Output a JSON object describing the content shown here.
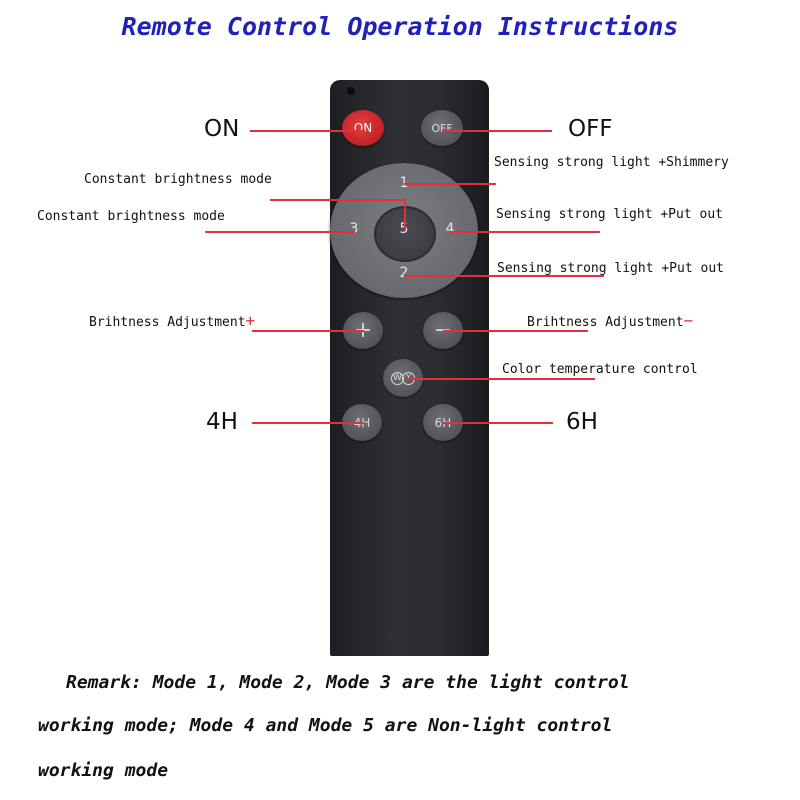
{
  "title": "Remote Control Operation Instructions",
  "buttons": {
    "on": "ON",
    "off": "OFF",
    "mode1": "1",
    "mode2": "2",
    "mode3": "3",
    "mode4": "4",
    "mode5": "5",
    "plus": "+",
    "minus": "−",
    "w": "W",
    "y": "Y",
    "timer4h": "4H",
    "timer6h": "6H"
  },
  "labels": {
    "on": "ON",
    "off": "OFF",
    "mode1": "Sensing strong light +Shimmery",
    "mode5": "Constant brightness mode",
    "mode3": "Constant brightness mode",
    "mode4": "Sensing strong light +Put out",
    "mode2": "Sensing strong light +Put out",
    "bright_up": "Brihtness Adjustment",
    "bright_up_mark": "+",
    "bright_down": "Brihtness Adjustment",
    "bright_down_mark": "−",
    "color_temp": "Color temperature control",
    "timer4h": "4H",
    "timer6h": "6H"
  },
  "remark": {
    "line1": "Remark: Mode 1, Mode 2, Mode 3 are the light control",
    "line2": "working mode; Mode 4 and Mode 5 are Non-light  control",
    "line3": "working mode"
  },
  "colors": {
    "title": "#1f22b8",
    "pointer_line": "#e0303a",
    "on_button": "#c4242a"
  }
}
